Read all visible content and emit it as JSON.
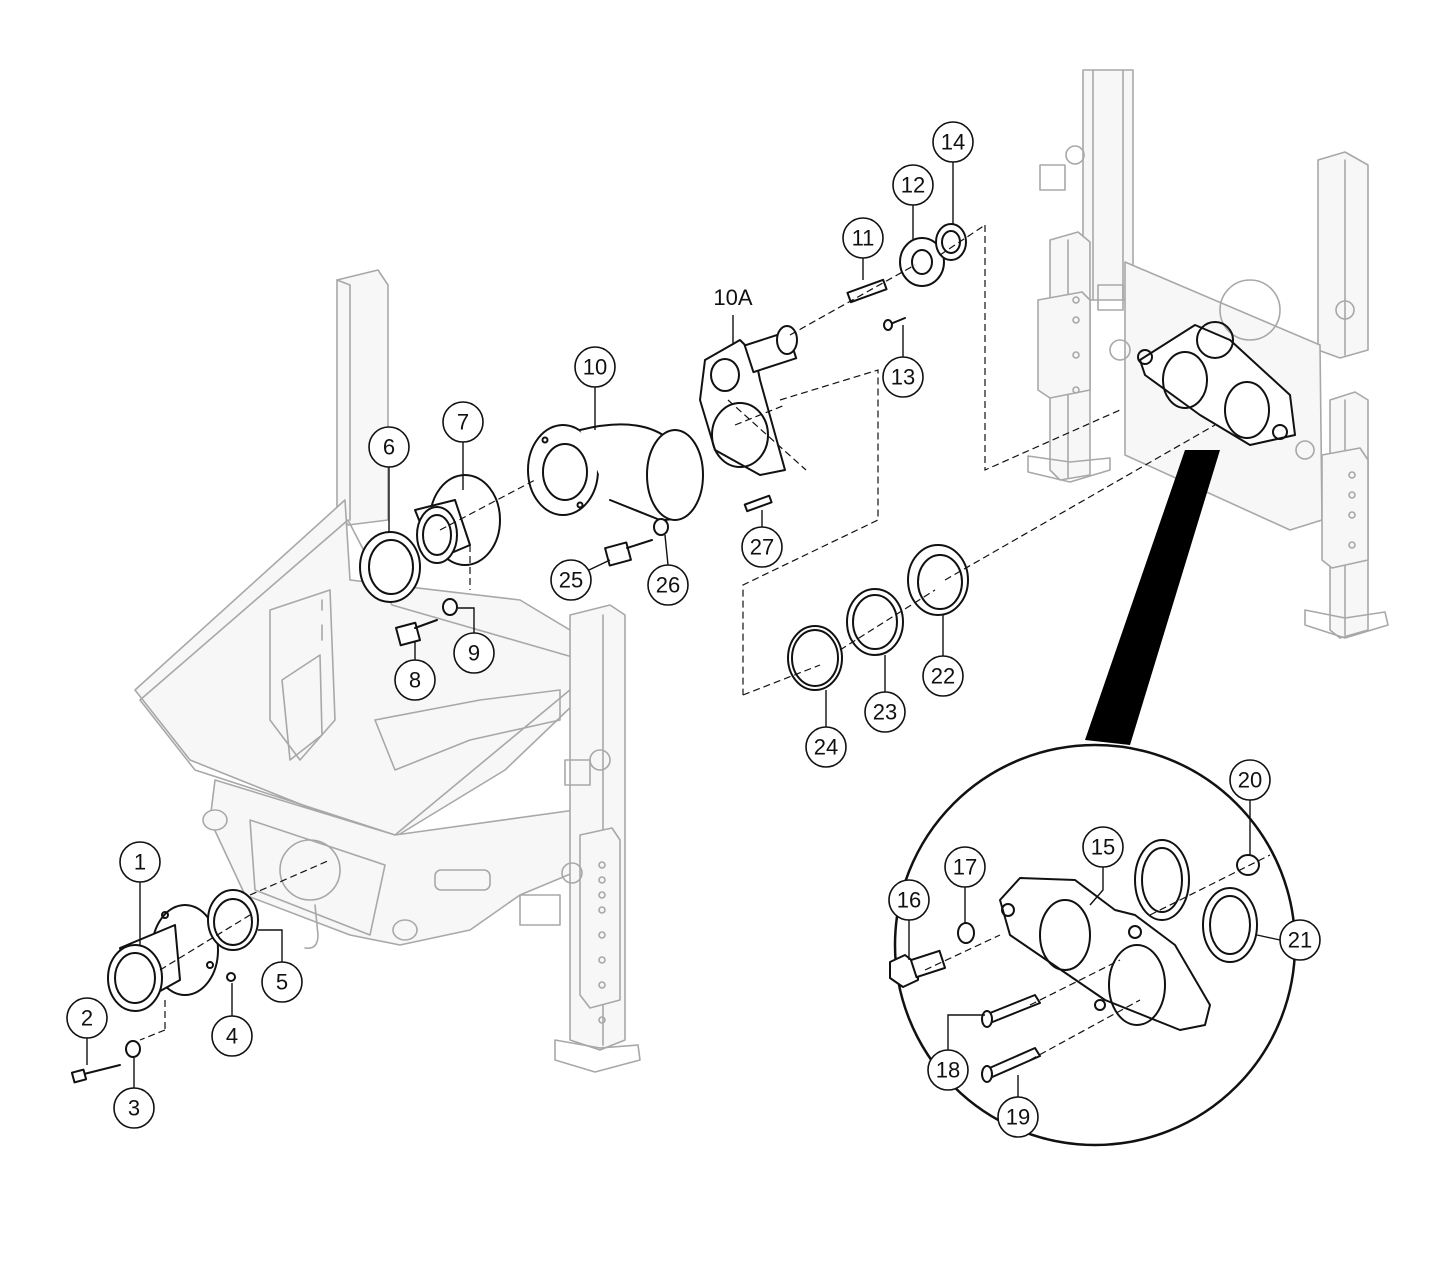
{
  "diagram": {
    "callouts": {
      "c1": "1",
      "c2": "2",
      "c3": "3",
      "c4": "4",
      "c5": "5",
      "c6": "6",
      "c7": "7",
      "c8": "8",
      "c9": "9",
      "c10": "10",
      "c10a": "10A",
      "c11": "11",
      "c12": "12",
      "c13": "13",
      "c14": "14",
      "c15": "15",
      "c16": "16",
      "c17": "17",
      "c18": "18",
      "c19": "19",
      "c20": "20",
      "c21": "21",
      "c22": "22",
      "c23": "23",
      "c24": "24",
      "c25": "25",
      "c26": "26",
      "c27": "27"
    }
  }
}
